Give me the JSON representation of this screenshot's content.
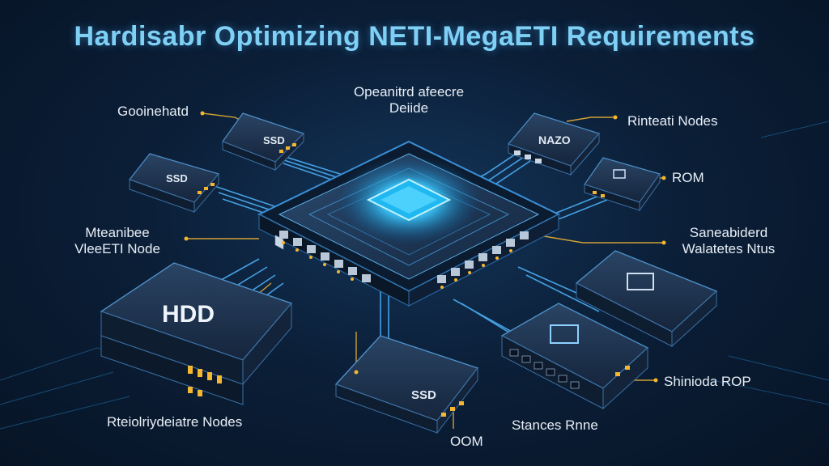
{
  "title": "Hardisabr Optimizing NETI-MegaETI Requirements",
  "labels": {
    "top_center_line1": "Opeanitrd afeecre",
    "top_center_line2": "Deiide",
    "top_left": "Gooinehatd",
    "top_right": "Rinteati Nodes",
    "right_rom": "ROM",
    "right_middle_line1": "Saneabiderd",
    "right_middle_line2": "Walatetes Ntus",
    "left_middle_line1": "Mteanibee",
    "left_middle_line2": "VleeETI Node",
    "bottom_left": "Rteiolriydeiatre Nodes",
    "bottom_center": "OOM",
    "bottom_right_center": "Stances Rnne",
    "bottom_right": "Shinioda ROP"
  },
  "device_text": {
    "ssd_top": "SSD",
    "ssd_left": "SSD",
    "ssd_bottom": "SSD",
    "hdd_big": "HDD",
    "top_right_device": "NAZO"
  },
  "colors": {
    "accent": "#f5b630",
    "wire": "#4fb6ff",
    "glow": "#3fd2ff",
    "title": "#7fd0f5"
  }
}
